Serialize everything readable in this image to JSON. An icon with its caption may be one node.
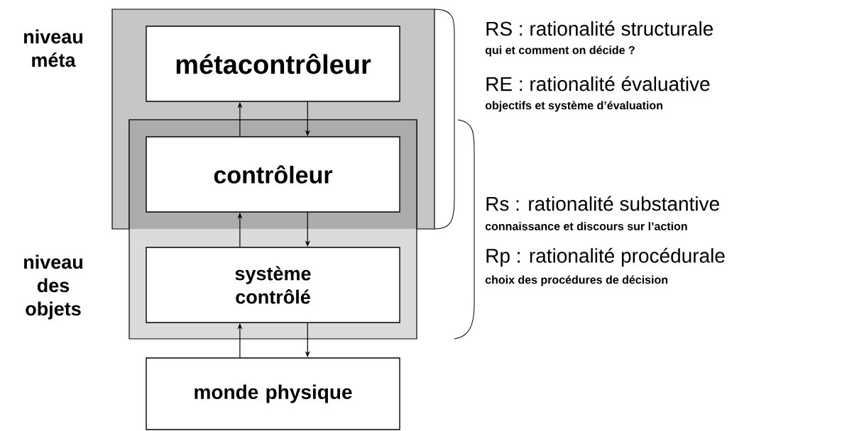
{
  "diagram": {
    "nodes": [
      {
        "text": [
          "niveau méta"
        ]
      },
      {
        "text": [
          "métacontrôleur"
        ],
        "in": 0
      },
      {
        "text": [
          "niveau des objets"
        ]
      },
      {
        "text": [
          "contrôleur"
        ]
      },
      {
        "text": [
          "système contrôlé"
        ],
        "in": 2
      },
      {
        "text": [
          "monde physique"
        ]
      }
    ],
    "edges": [
      {
        "from": 3,
        "to": 1,
        "arrow": "to"
      },
      {
        "from": 1,
        "to": 3,
        "arrow": "to"
      },
      {
        "from": 4,
        "to": 3,
        "arrow": "to"
      },
      {
        "from": 3,
        "to": 4,
        "arrow": "to"
      },
      {
        "from": 5,
        "to": 4,
        "arrow": "to"
      },
      {
        "from": 4,
        "to": 5,
        "arrow": "to"
      }
    ],
    "labels": [
      "RS : rationalité structurale",
      "qui et comment on décide ?",
      "RE : rationalité évaluative",
      "objectifs et système d’évaluation",
      "Rs : rationalité substantive",
      "connaissance et discours sur l’action",
      "Rp : rationalité procédurale",
      "choix des procédures de décision"
    ]
  }
}
